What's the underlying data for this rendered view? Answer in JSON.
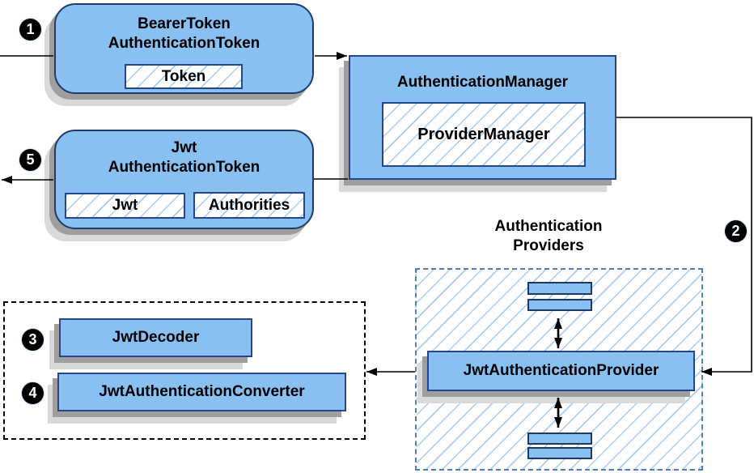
{
  "nodes": {
    "bearer_token": {
      "title_line1": "BearerToken",
      "title_line2": "AuthenticationToken",
      "field_token": "Token"
    },
    "authentication_manager": {
      "title": "AuthenticationManager",
      "inner": "ProviderManager"
    },
    "jwt_authentication_token": {
      "title_line1": "Jwt",
      "title_line2": "AuthenticationToken",
      "field_jwt": "Jwt",
      "field_authorities": "Authorities"
    },
    "authentication_providers": {
      "title_line1": "Authentication",
      "title_line2": "Providers"
    },
    "jwt_authentication_provider": {
      "title": "JwtAuthenticationProvider"
    },
    "jwt_decoder": {
      "title": "JwtDecoder"
    },
    "jwt_authentication_converter": {
      "title": "JwtAuthenticationConverter"
    }
  },
  "steps": {
    "s1": "1",
    "s2": "2",
    "s3": "3",
    "s4": "4",
    "s5": "5"
  },
  "colors": {
    "node_fill": "#88c0f2",
    "node_border_rect": "#24458f",
    "node_border_rounded": "#1e3a68",
    "hatch_line": "#a8cdf0",
    "dashed_blue_border": "#4e7fbf",
    "dashed_black_border": "#000000",
    "shadow_dark": "#9e9e9e",
    "shadow_light": "#d9d9d9",
    "arrow": "#000000",
    "badge_bg": "#000000",
    "badge_text": "#ffffff"
  }
}
